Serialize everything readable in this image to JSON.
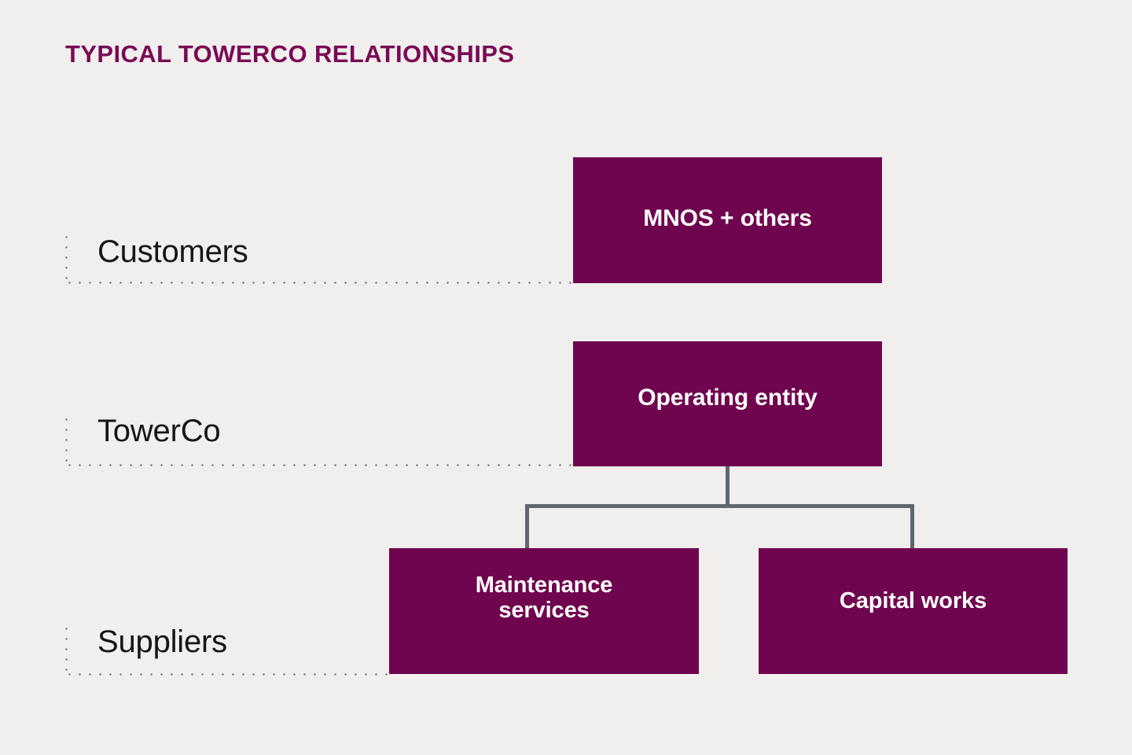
{
  "diagram": {
    "title": "Typical TowerCo relationships",
    "background_color": "#f0efed",
    "accent_color": "#70054f",
    "title_color": "#7a0a55",
    "connector_color": "#5e666f",
    "dotted_color": "#656d78",
    "label_color": "#161616",
    "node_text_color": "#ffffff"
  },
  "rows": [
    {
      "id": "customers",
      "label": "Customers"
    },
    {
      "id": "towerco",
      "label": "TowerCo"
    },
    {
      "id": "suppliers",
      "label": "Suppliers"
    }
  ],
  "nodes": [
    {
      "id": "mnos",
      "label": "MNOS + others",
      "row": "customers"
    },
    {
      "id": "opent",
      "label": "Operating entity",
      "row": "towerco"
    },
    {
      "id": "maint",
      "label": "Maintenance\nservices",
      "row": "suppliers"
    },
    {
      "id": "capital",
      "label": "Capital works",
      "row": "suppliers"
    }
  ],
  "edges": [
    {
      "from": "opent",
      "to": "maint"
    },
    {
      "from": "opent",
      "to": "capital"
    }
  ],
  "chart_data": {
    "type": "diagram",
    "title": "Typical TowerCo relationships",
    "layers": [
      {
        "name": "Customers",
        "nodes": [
          "MNOS + others"
        ]
      },
      {
        "name": "TowerCo",
        "nodes": [
          "Operating entity"
        ]
      },
      {
        "name": "Suppliers",
        "nodes": [
          "Maintenance services",
          "Capital works"
        ]
      }
    ],
    "connections": [
      {
        "parent": "Operating entity",
        "child": "Maintenance services"
      },
      {
        "parent": "Operating entity",
        "child": "Capital works"
      }
    ]
  }
}
